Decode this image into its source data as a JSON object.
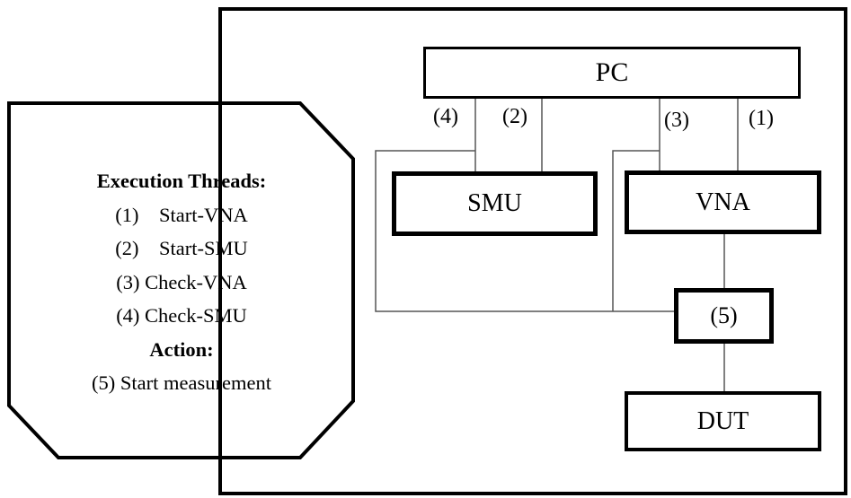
{
  "diagram": {
    "pc": "PC",
    "smu": "SMU",
    "vna": "VNA",
    "action_box": "(5)",
    "dut": "DUT",
    "wire_labels": [
      "(4)",
      "(2)",
      "(3)",
      "(1)"
    ]
  },
  "legend": {
    "threads_heading": "Execution Threads:",
    "threads": [
      "(1)    Start-VNA",
      "(2)    Start-SMU",
      "(3) Check-VNA",
      "(4) Check-SMU"
    ],
    "action_heading": "Action:",
    "action": "(5) Start measurement"
  }
}
